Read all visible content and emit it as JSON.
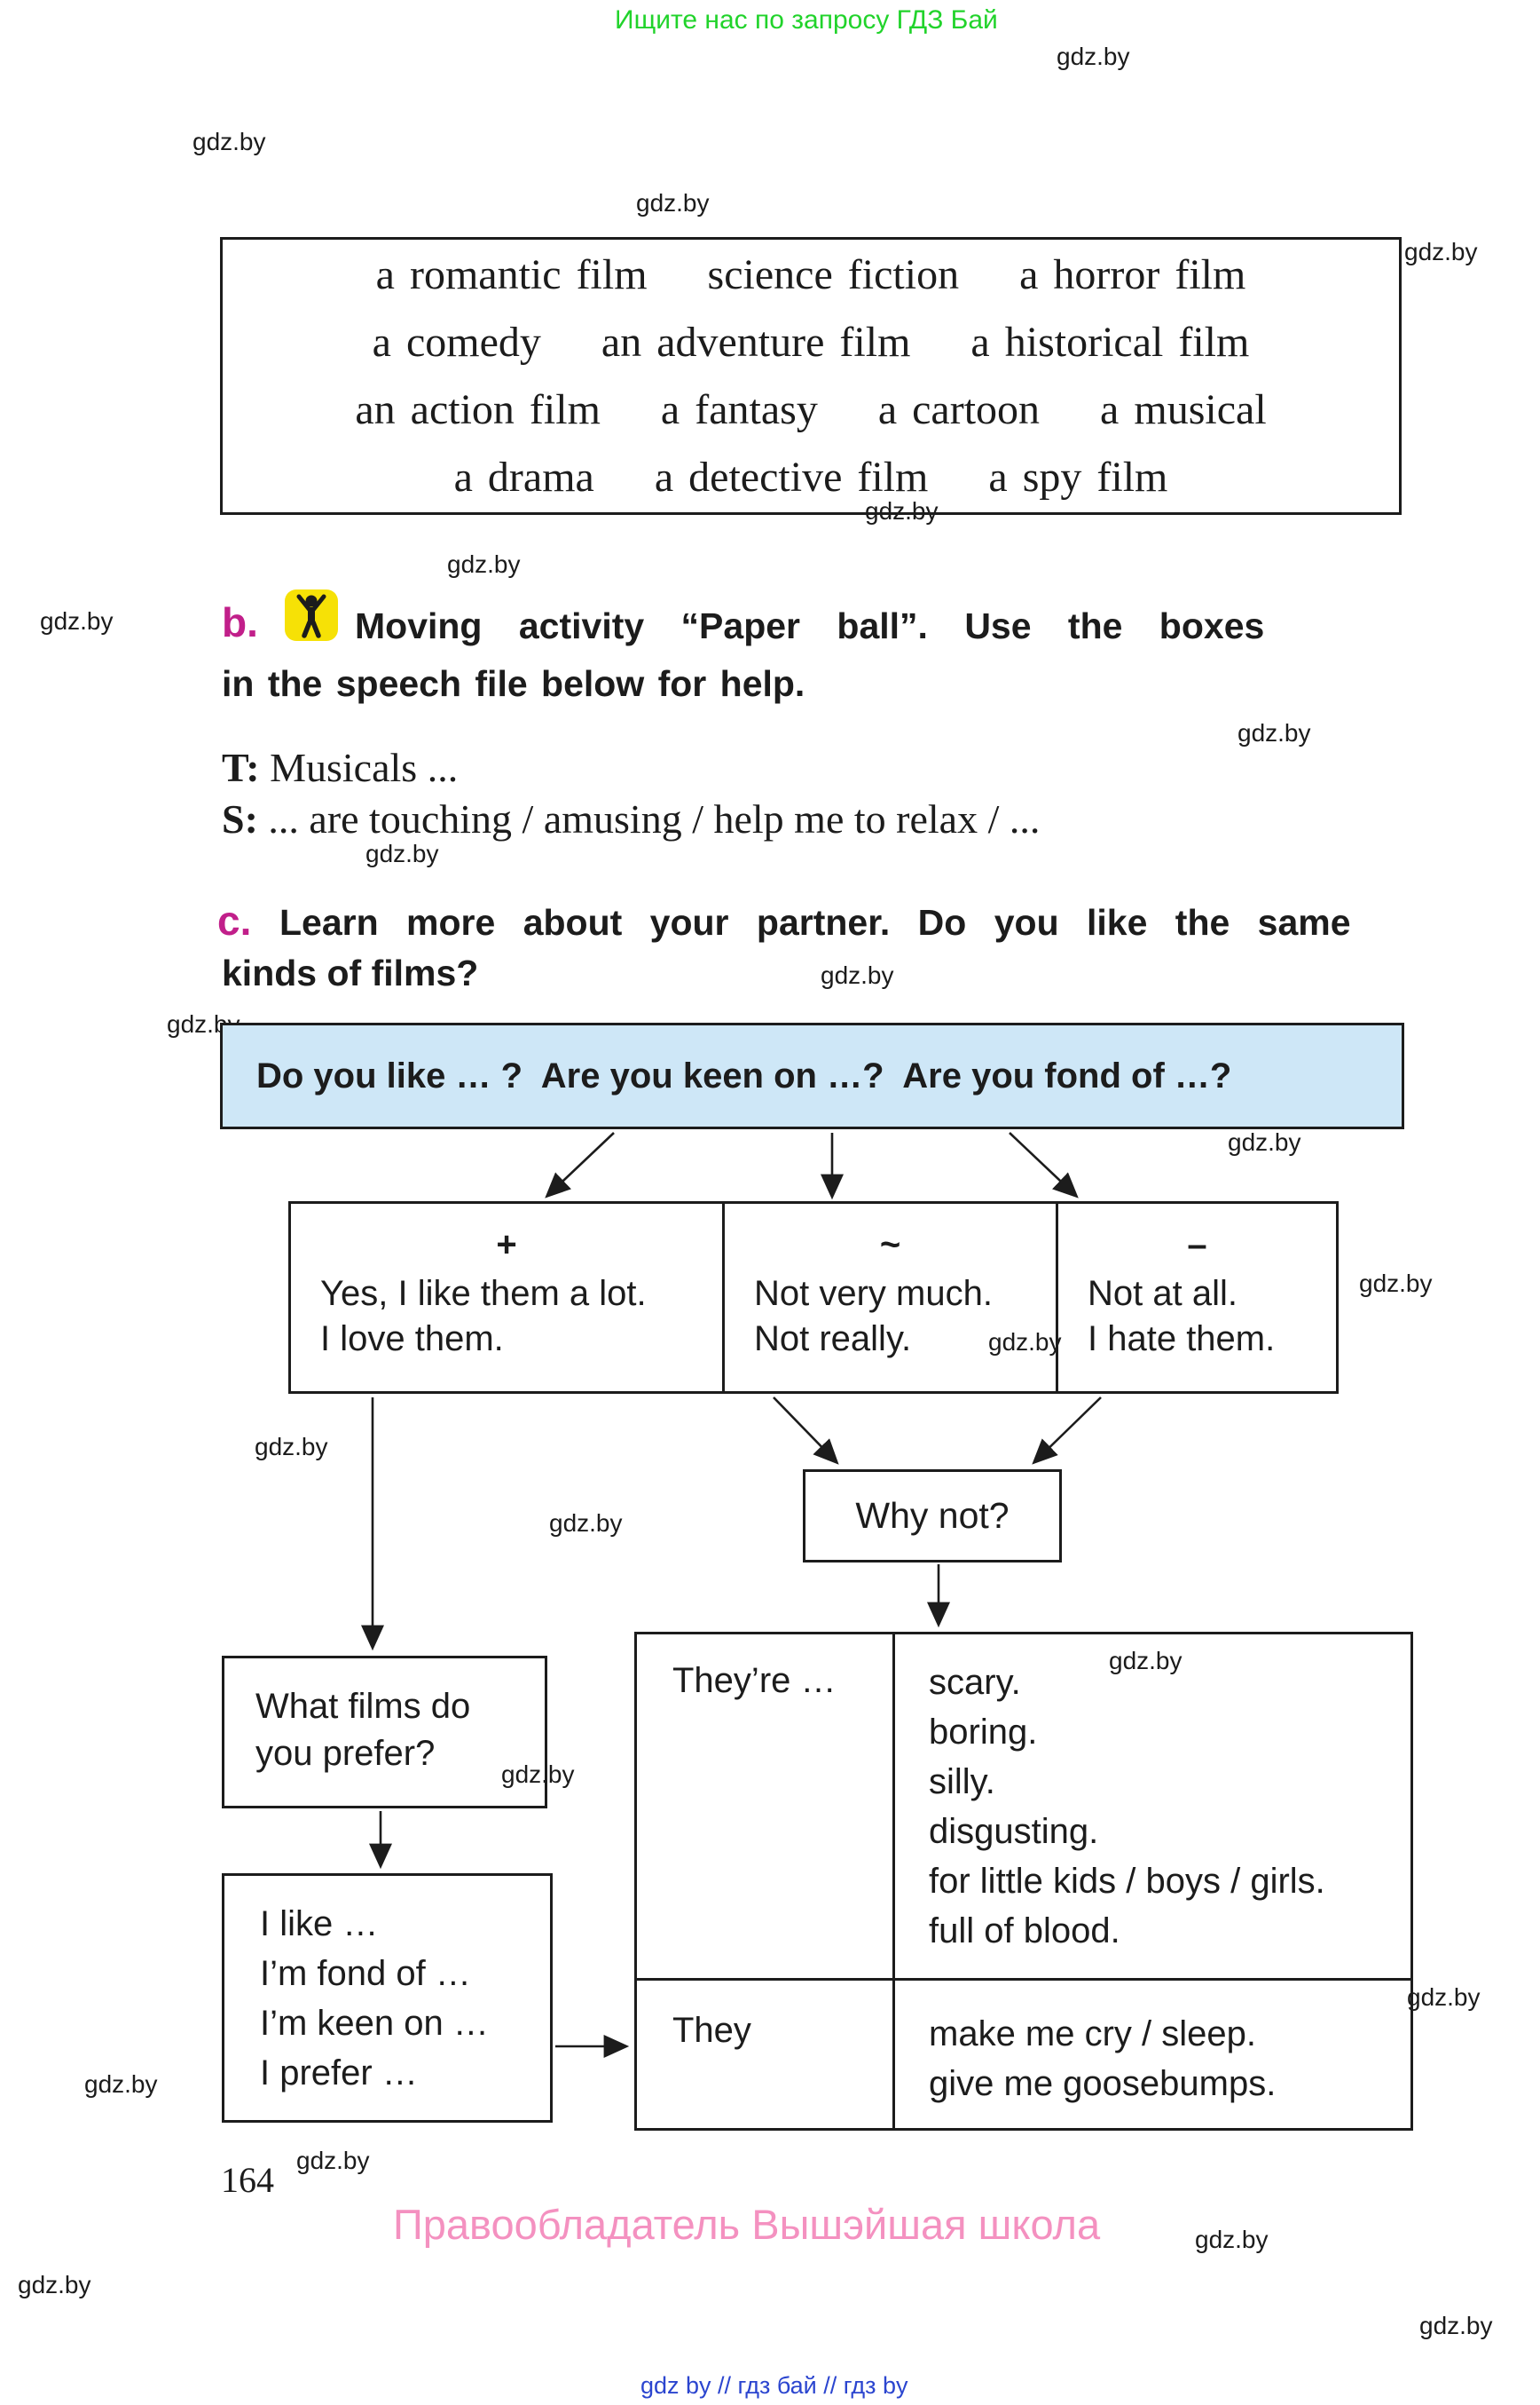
{
  "banner": {
    "text": "Ищите нас по запросу ГДЗ Бай"
  },
  "watermark": {
    "text": "gdz.by"
  },
  "genres_box": {
    "lines": [
      "a romantic film    science fiction    a horror film",
      "a comedy    an adventure film    a historical film",
      "an action film    a fantasy    a cartoon    a musical",
      "a drama    a detective film    a spy film"
    ]
  },
  "task_b": {
    "label": "b.",
    "icon": "person-arms-up-icon",
    "line1": "Moving activity “Paper ball”. Use the boxes",
    "line2": "in the speech file below for help.",
    "teacher_label": "T:",
    "teacher_text": " Musicals ...",
    "student_label": "S:",
    "student_text": " ... are touching / amusing / help me to relax / ..."
  },
  "task_c": {
    "label": "c.",
    "line1": "Learn more about your partner. Do you like the same",
    "line2": "kinds of films?"
  },
  "diagram": {
    "questions": "Do you like … ?  Are you keen on …?  Are you fond of …?",
    "positive": {
      "symbol": "+",
      "line1": "Yes, I like them a lot.",
      "line2": "I love them."
    },
    "neutral": {
      "symbol": "~",
      "line1": "Not very much.",
      "line2": "Not really."
    },
    "negative": {
      "symbol": "–",
      "line1": "Not at all.",
      "line2": "I hate them."
    },
    "why_not": "Why not?",
    "prefer_box": {
      "line1": "What films do",
      "line2": "you prefer?"
    },
    "like_box": {
      "line1": "I like …",
      "line2": "I’m fond of …",
      "line3": "I’m keen on …",
      "line4": "I prefer …"
    },
    "table": {
      "they_are": "They’re …",
      "they_are_items": [
        "scary.",
        "boring.",
        "silly.",
        "disgusting.",
        "for little kids / boys / girls.",
        "full of blood."
      ],
      "they": "They",
      "they_items": [
        "make me cry / sleep.",
        "give me goosebumps."
      ]
    }
  },
  "footer": {
    "page_number": "164",
    "copyright": "Правообладатель Вышэйшая школа",
    "links": "gdz by  //  гдз бай  //  гдз by"
  },
  "colors": {
    "accent_magenta": "#c11f8a",
    "box_blue": "#cee7f7",
    "icon_yellow": "#f6e106",
    "banner_green": "#21d32b",
    "copyright_pink": "#f491c0",
    "links_blue": "#2b45cf"
  }
}
